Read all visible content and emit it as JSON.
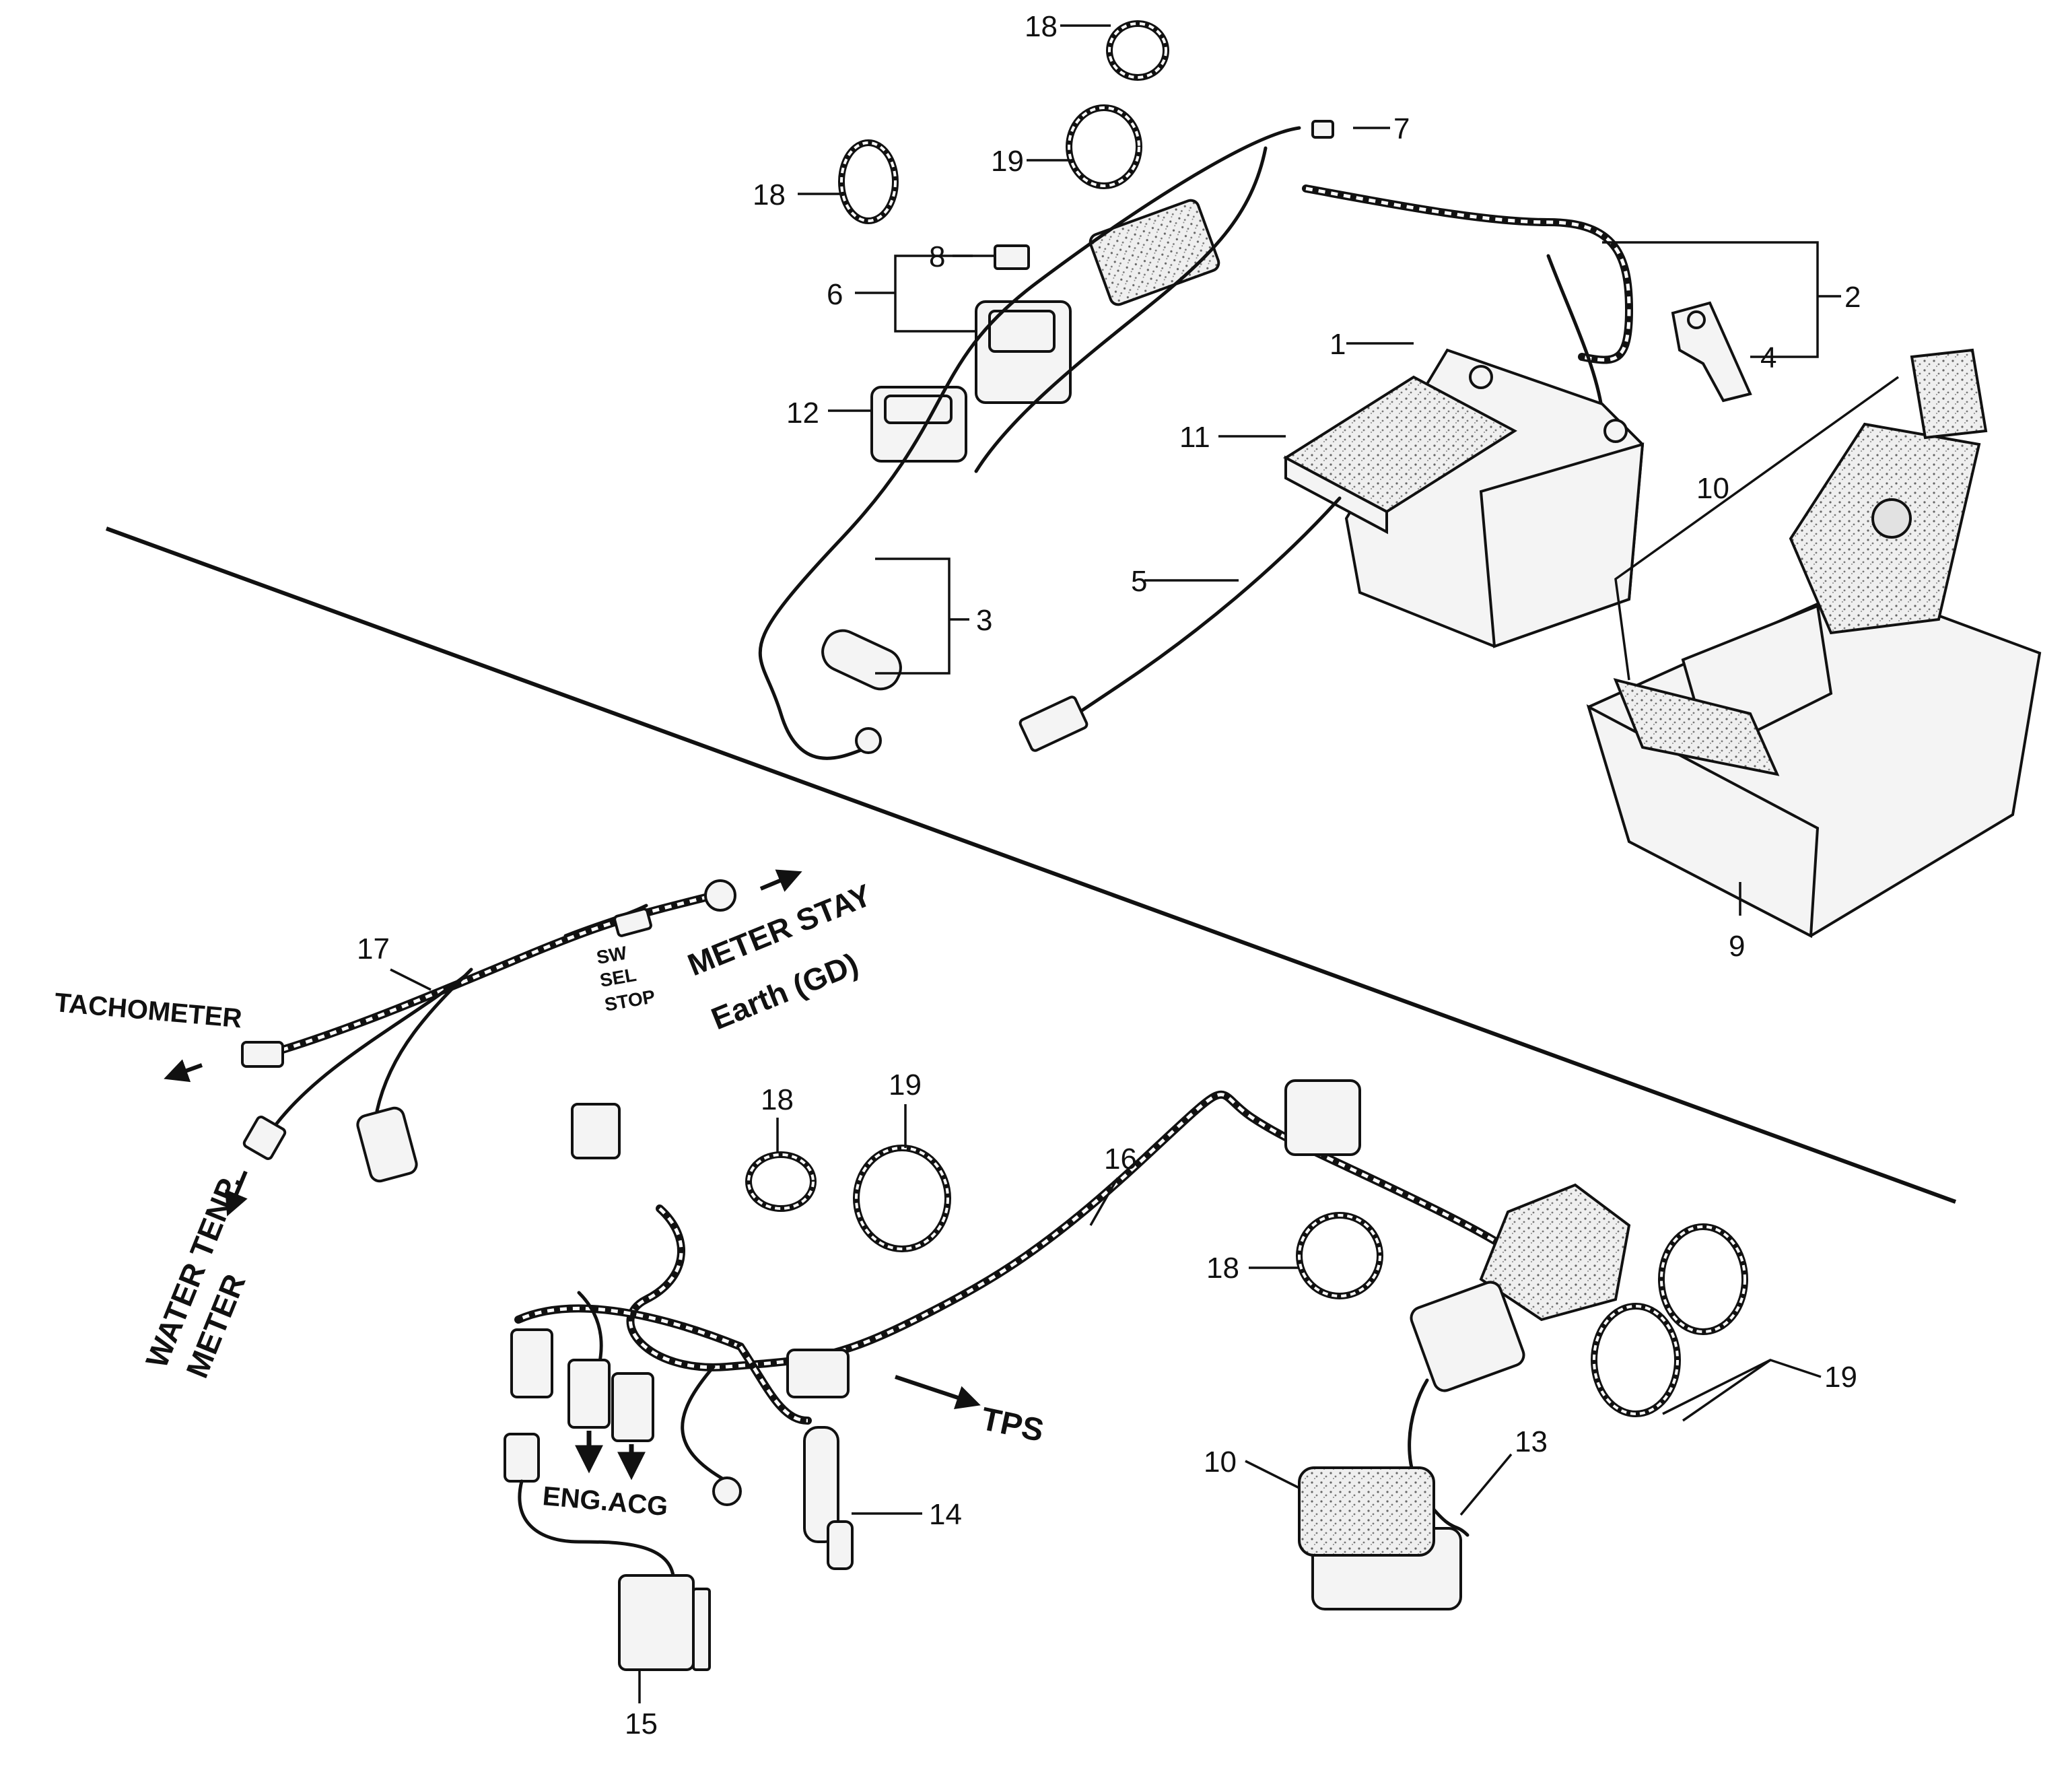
{
  "labels": {
    "tachometer": "TACHOMETER",
    "meter_stay": "METER STAY",
    "earth_gd": "Earth (GD)",
    "sw": "SW",
    "sel": "SEL",
    "stop": "STOP",
    "water_temp_1": "WATER TENP.",
    "water_temp_2": "METER",
    "tps": "TPS",
    "eng_acg": "ENG.ACG"
  },
  "callouts": {
    "n1": "1",
    "n2": "2",
    "n3": "3",
    "n4": "4",
    "n5": "5",
    "n6": "6",
    "n7": "7",
    "n8": "8",
    "n9": "9",
    "n10a": "10",
    "n10b": "10",
    "n11": "11",
    "n12": "12",
    "n13": "13",
    "n14": "14",
    "n15": "15",
    "n16": "16",
    "n17": "17",
    "n18a": "18",
    "n18b": "18",
    "n18c": "18",
    "n18d": "18",
    "n19a": "19",
    "n19b": "19",
    "n19c": "19"
  }
}
